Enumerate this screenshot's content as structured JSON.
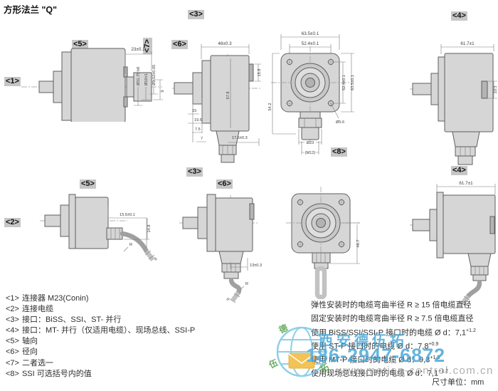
{
  "title": "方形法兰 \"Q\"",
  "unit_label": "尺寸单位：mm",
  "tags": {
    "t1": "<1>",
    "t2": "<2>",
    "t3": "<3>",
    "t4": "<4>",
    "t5": "<5>",
    "t6": "<6>",
    "t7": "<7>",
    "t8": "<8>"
  },
  "drawings": {
    "axial_connector": {
      "dim_depth": "23±0.1",
      "dim_9": "9"
    },
    "shaft_dims": {
      "dia1": "Ø31.75 h8",
      "dia2": "Ø10±1",
      "dia3": "Ø9.52±0.05"
    },
    "radial_connector": {
      "dim_width": "48±0.3",
      "dim_158": "15.8",
      "dim_578": "57.8",
      "dim_15": "15",
      "dim_195": "19.5",
      "dim_75": "7.5",
      "dim_7": "7",
      "dim_bottom": "17.5±0.3"
    },
    "front_connector": {
      "dim_w_outer": "63.5±0.1",
      "dim_w_inner": "52.4±0.1",
      "dim_left": "54.2",
      "dim_h_inner": "52.4±0.1",
      "dim_h_outer": "63.5±0.1",
      "dim_hole": "Ø5.6",
      "dim_conn": "Ø23",
      "dim_thread": "(M12)"
    },
    "side_connector_4": {
      "dim_width": "61.7±1",
      "dim_103": "10.3"
    },
    "axial_cable": {
      "dim_155": "15.5±0.1",
      "dim_148": "14.8",
      "label_r": "R",
      "label_d": "d"
    },
    "radial_cable": {
      "dim_13": "13±0.3",
      "label_r": "R",
      "label_d": "d"
    },
    "front_cable": {
      "dim_467": "46.7"
    },
    "side_cable_4": {
      "dim_width": "61.7±1"
    }
  },
  "notes_left": [
    {
      "tag": "<1>",
      "text": "连接器 M23(Conin)"
    },
    {
      "tag": "<2>",
      "text": "连接电缆"
    },
    {
      "tag": "<3>",
      "text": "接口：BiSS、SSI、ST- 并行"
    },
    {
      "tag": "<4>",
      "text": "接口：MT- 并行（仅适用电缆）、现场总线、SSI-P"
    },
    {
      "tag": "<5>",
      "text": "轴向"
    },
    {
      "tag": "<6>",
      "text": "径向"
    },
    {
      "tag": "<7>",
      "text": "二者选一"
    },
    {
      "tag": "<8>",
      "text": "SSI 可选括号内的值"
    }
  ],
  "notes_right": [
    {
      "text": "弹性安装时的电缆弯曲半径 R ≥ 15 倍电缆直径",
      "sup": ""
    },
    {
      "text": "固定安装时的电缆弯曲半径 R ≥ 7.5 倍电缆直径",
      "sup": ""
    },
    {
      "text": "使用 BiSS/SSI/SSI-P 接口时的电缆 Ø d：7,1",
      "sup": "+1.2"
    },
    {
      "text": "使用 ST-P 接口时的电缆 Ø d：7,8",
      "sup": "+0.9"
    },
    {
      "text": "使用 MT-P 接口时的电缆 Ø d：9,3",
      "sup": "+1.3"
    },
    {
      "text": "使用现场总线接口时的电缆 Ø d：7,1",
      "sup": "+1.2"
    }
  ],
  "watermark": {
    "company": "西安德伍拓",
    "phone": "186-2947-6872",
    "website": "www.motion-control.com.cn",
    "char_top": "德",
    "char_left": "伍",
    "char_right": "拓"
  },
  "colors": {
    "watermark_blue": "#45a6d6",
    "watermark_green": "#4a9a3f",
    "watermark_orange": "#f2b630",
    "tag_background": "#c6c6c6"
  }
}
